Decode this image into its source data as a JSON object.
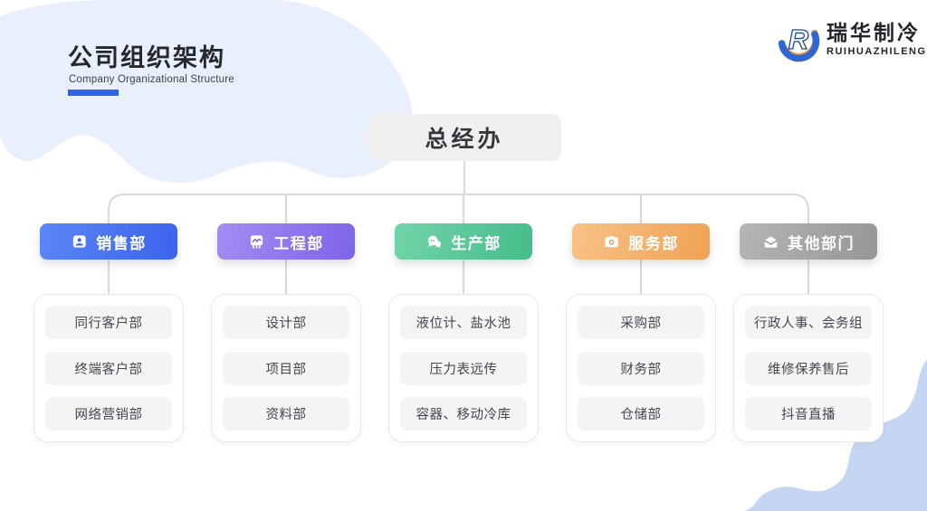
{
  "page": {
    "decor_blob_light": "#e9effc",
    "decor_blob_medium": "#c5d6f2"
  },
  "header": {
    "title": "公司组织架构",
    "subtitle": "Company Organizational Structure",
    "underline_color": "#2e63e8"
  },
  "logo": {
    "icon": "rh-logo-icon",
    "name_cn": "瑞华制冷",
    "name_en": "RUIHUAZHILENG",
    "colors": {
      "orange": "#f0a13e",
      "blue": "#2e66d4",
      "text": "#22252b"
    }
  },
  "org_chart": {
    "root": {
      "label": "总经办",
      "bg": "#f0f0f1"
    },
    "connector_color": "#d9d9d9",
    "departments": [
      {
        "label": "销售部",
        "icon": "contact-card-icon",
        "color_from": "#5b87f7",
        "color_to": "#3b63ec",
        "children": [
          "同行客户部",
          "终端客户部",
          "网络营销部"
        ]
      },
      {
        "label": "工程部",
        "icon": "machine-wave-icon",
        "color_from": "#a38df2",
        "color_to": "#7f63e9",
        "children": [
          "设计部",
          "项目部",
          "资料部"
        ]
      },
      {
        "label": "生产部",
        "icon": "chat-bubbles-icon",
        "color_from": "#72d4aa",
        "color_to": "#45bc8b",
        "children": [
          "液位计、盐水池",
          "压力表远传",
          "容器、移动冷库"
        ]
      },
      {
        "label": "服务部",
        "icon": "camera-icon",
        "color_from": "#f8c288",
        "color_to": "#efa254",
        "children": [
          "采购部",
          "财务部",
          "仓储部"
        ]
      },
      {
        "label": "其他部门",
        "icon": "mail-icon",
        "color_from": "#b5b5b5",
        "color_to": "#969696",
        "children": [
          "行政人事、会务组",
          "维修保养售后",
          "抖音直播"
        ]
      }
    ]
  }
}
